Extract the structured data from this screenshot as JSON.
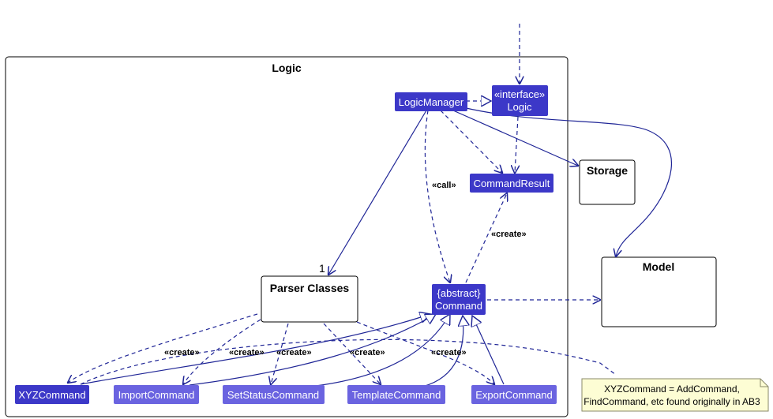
{
  "diagram": {
    "packages": {
      "logic": "Logic",
      "storage": "Storage",
      "model": "Model",
      "parser": "Parser Classes"
    },
    "classes": {
      "logic_manager": "LogicManager",
      "logic_interface": [
        "«interface»",
        "Logic"
      ],
      "command_result": "CommandResult",
      "command": [
        "{abstract}",
        "Command"
      ],
      "xyz_command": "XYZCommand",
      "import_command": "ImportCommand",
      "setstatus_command": "SetStatusCommand",
      "template_command": "TemplateCommand",
      "export_command": "ExportCommand"
    },
    "labels": {
      "call": "«call»",
      "create": "«create»",
      "multiplicity": "1"
    },
    "note": [
      "XYZCommand = AddCommand,",
      "FindCommand, etc found originally in AB3"
    ],
    "colors": {
      "class_fill": "#3c38c8",
      "class_fill_light": "#6a63e0",
      "edge": "#1f2596",
      "note_fill": "#fdfdd4"
    }
  }
}
